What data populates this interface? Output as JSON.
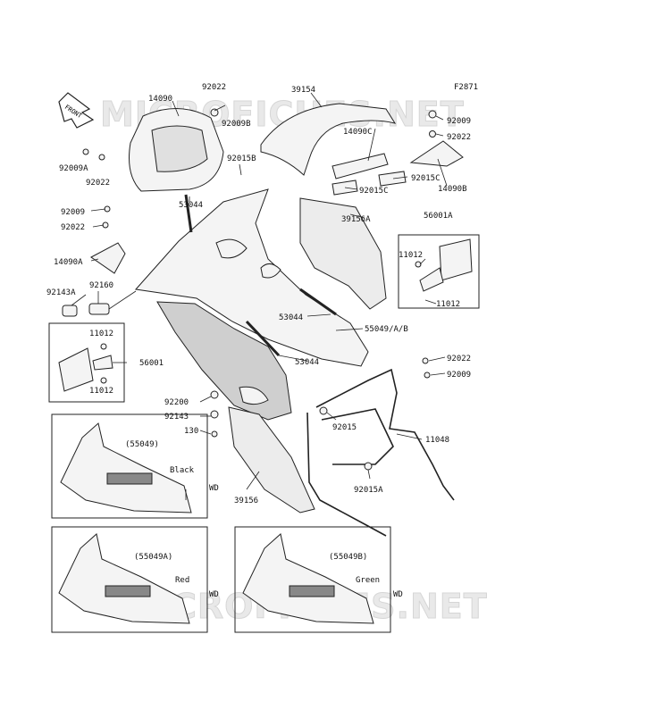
{
  "diagram": {
    "figure_id": "F2871",
    "front_label": "FRONT",
    "watermarks": [
      "MICROFICHES.NET",
      "MICROFICHES.NET"
    ],
    "parts": [
      "14090",
      "92022",
      "92009B",
      "39154",
      "92009",
      "92022",
      "14090C",
      "92015C",
      "92015C",
      "14090B",
      "92015B",
      "53044",
      "92009A",
      "92022",
      "92009",
      "92022",
      "14090A",
      "92160",
      "92143A",
      "39156A",
      "56001A",
      "11012",
      "11012",
      "53044",
      "55049/A/B",
      "53044",
      "11012",
      "56001",
      "11012",
      "92022",
      "92009",
      "92200",
      "92143",
      "130",
      "92015",
      "11048",
      "92015A",
      "39156"
    ],
    "variants": [
      {
        "code": "(55049)",
        "color": "Black",
        "wd": "WD"
      },
      {
        "code": "(55049A)",
        "color": "Red",
        "wd": "WD"
      },
      {
        "code": "(55049B)",
        "color": "Green",
        "wd": "WD"
      }
    ]
  }
}
